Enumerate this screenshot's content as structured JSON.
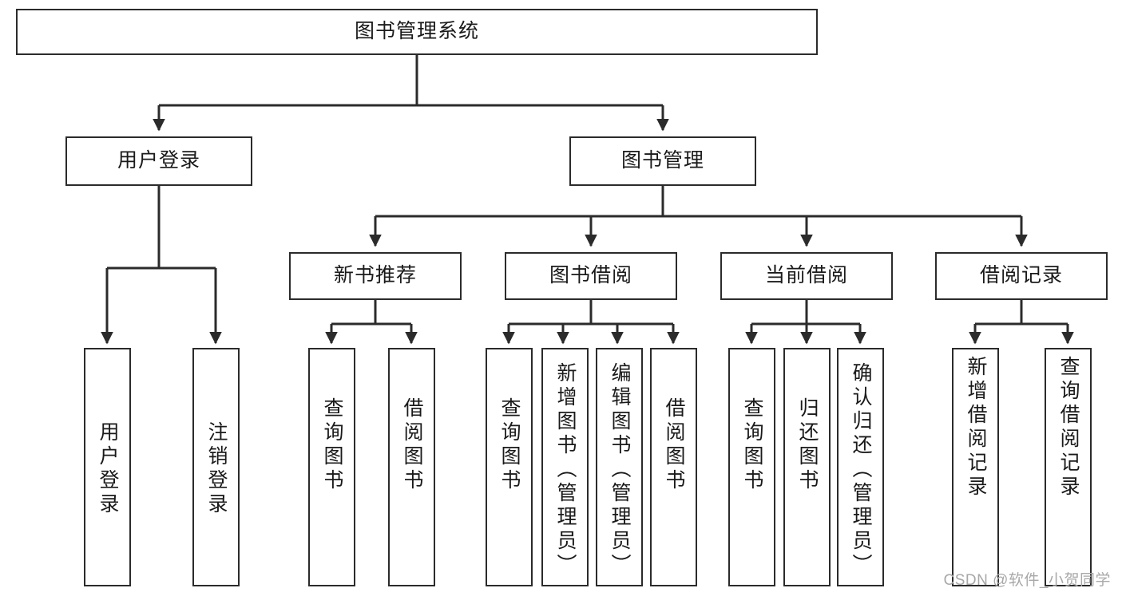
{
  "diagram": {
    "title": "图书管理系统",
    "type": "tree",
    "watermark": "CSDN @软件_小贺同学",
    "colors": {
      "box_border": "#2b2b2b",
      "box_fill": "#ffffff",
      "edge": "#2b2b2b",
      "text": "#1a1a1a",
      "watermark": "#a8a8a8",
      "background": "#ffffff"
    },
    "levels": {
      "root": {
        "id": "root",
        "label": "图书管理系统",
        "orientation": "horizontal"
      },
      "level2": [
        {
          "id": "user-login",
          "label": "用户登录",
          "orientation": "horizontal"
        },
        {
          "id": "book-manage",
          "label": "图书管理",
          "orientation": "horizontal"
        }
      ],
      "level3": [
        {
          "id": "new-book-recommend",
          "label": "新书推荐",
          "orientation": "horizontal",
          "parent": "book-manage"
        },
        {
          "id": "book-borrow",
          "label": "图书借阅",
          "orientation": "horizontal",
          "parent": "book-manage"
        },
        {
          "id": "current-borrow",
          "label": "当前借阅",
          "orientation": "horizontal",
          "parent": "book-manage"
        },
        {
          "id": "borrow-record",
          "label": "借阅记录",
          "orientation": "horizontal",
          "parent": "book-manage"
        }
      ],
      "leaves": [
        {
          "id": "leaf-user-login",
          "label": "用户登录",
          "orientation": "vertical",
          "parent": "user-login"
        },
        {
          "id": "leaf-logout-login",
          "label": "注销登录",
          "orientation": "vertical",
          "parent": "user-login"
        },
        {
          "id": "leaf-query-book-1",
          "label": "查询图书",
          "orientation": "vertical",
          "parent": "new-book-recommend"
        },
        {
          "id": "leaf-borrow-book-1",
          "label": "借阅图书",
          "orientation": "vertical",
          "parent": "new-book-recommend"
        },
        {
          "id": "leaf-query-book-2",
          "label": "查询图书",
          "orientation": "vertical",
          "parent": "book-borrow"
        },
        {
          "id": "leaf-add-book-admin",
          "label": "新增图书（管理员）",
          "orientation": "vertical",
          "parent": "book-borrow"
        },
        {
          "id": "leaf-edit-book-admin",
          "label": "编辑图书（管理员）",
          "orientation": "vertical",
          "parent": "book-borrow"
        },
        {
          "id": "leaf-borrow-book-2",
          "label": "借阅图书",
          "orientation": "vertical",
          "parent": "book-borrow"
        },
        {
          "id": "leaf-query-book-3",
          "label": "查询图书",
          "orientation": "vertical",
          "parent": "current-borrow"
        },
        {
          "id": "leaf-return-book",
          "label": "归还图书",
          "orientation": "vertical",
          "parent": "current-borrow"
        },
        {
          "id": "leaf-confirm-return-admin",
          "label": "确认归还（管理员）",
          "orientation": "vertical",
          "parent": "current-borrow"
        },
        {
          "id": "leaf-add-borrow-record",
          "label": "新增借阅记录",
          "orientation": "vertical",
          "parent": "borrow-record"
        },
        {
          "id": "leaf-query-borrow-record",
          "label": "查询借阅记录",
          "orientation": "vertical",
          "parent": "borrow-record"
        }
      ]
    }
  }
}
